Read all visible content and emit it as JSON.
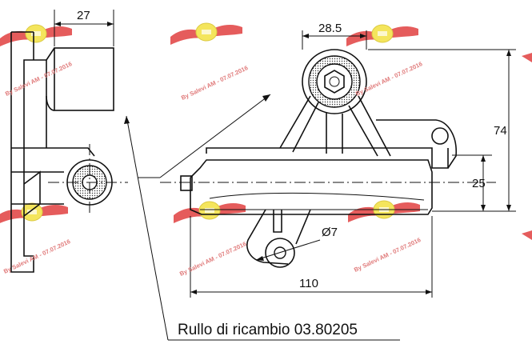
{
  "dimensions": {
    "top_left_width": "27",
    "top_right_width": "28.5",
    "height_total": "74",
    "height_offset": "25",
    "diameter": "Ø7",
    "length": "110"
  },
  "caption": "Rullo di ricambio 03.80205",
  "watermark": {
    "text": "By Salevi AM - 07.07.2016",
    "logo_color": "#f3e34a",
    "wing_color": "#e24a4a"
  }
}
